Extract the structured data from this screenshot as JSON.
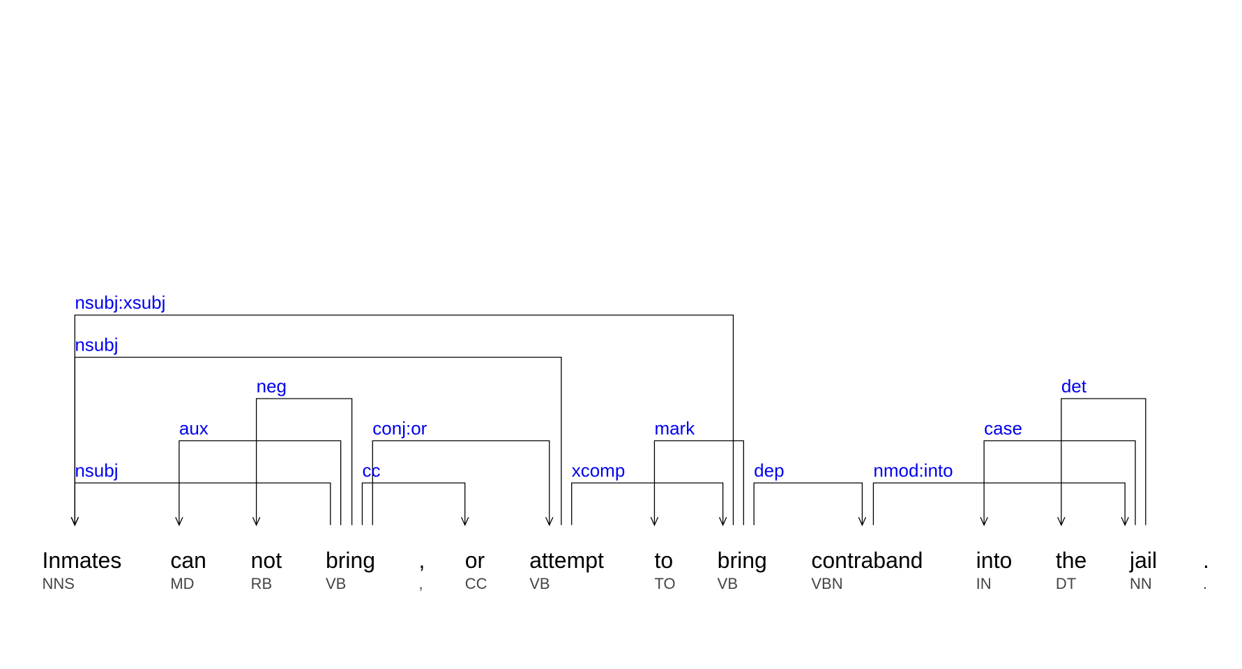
{
  "colors": {
    "label": "#0000ee",
    "line": "#000000",
    "tag": "#444444"
  },
  "tokens": [
    {
      "word": "Inmates",
      "tag": "NNS"
    },
    {
      "word": "can",
      "tag": "MD"
    },
    {
      "word": "not",
      "tag": "RB"
    },
    {
      "word": "bring",
      "tag": "VB"
    },
    {
      "word": ",",
      "tag": ","
    },
    {
      "word": "or",
      "tag": "CC"
    },
    {
      "word": "attempt",
      "tag": "VB"
    },
    {
      "word": "to",
      "tag": "TO"
    },
    {
      "word": "bring",
      "tag": "VB"
    },
    {
      "word": "contraband",
      "tag": "VBN"
    },
    {
      "word": "into",
      "tag": "IN"
    },
    {
      "word": "the",
      "tag": "DT"
    },
    {
      "word": "jail",
      "tag": "NN"
    },
    {
      "word": ".",
      "tag": "."
    }
  ],
  "dependencies": [
    {
      "label": "nsubj",
      "head": 3,
      "dependent": 0
    },
    {
      "label": "aux",
      "head": 3,
      "dependent": 1
    },
    {
      "label": "neg",
      "head": 3,
      "dependent": 2
    },
    {
      "label": "cc",
      "head": 3,
      "dependent": 5
    },
    {
      "label": "conj:or",
      "head": 3,
      "dependent": 6
    },
    {
      "label": "nsubj",
      "head": 6,
      "dependent": 0
    },
    {
      "label": "xcomp",
      "head": 6,
      "dependent": 8
    },
    {
      "label": "mark",
      "head": 8,
      "dependent": 7
    },
    {
      "label": "nsubj:xsubj",
      "head": 8,
      "dependent": 0
    },
    {
      "label": "dep",
      "head": 8,
      "dependent": 9
    },
    {
      "label": "nmod:into",
      "head": 9,
      "dependent": 12
    },
    {
      "label": "case",
      "head": 12,
      "dependent": 10
    },
    {
      "label": "det",
      "head": 12,
      "dependent": 11
    }
  ]
}
